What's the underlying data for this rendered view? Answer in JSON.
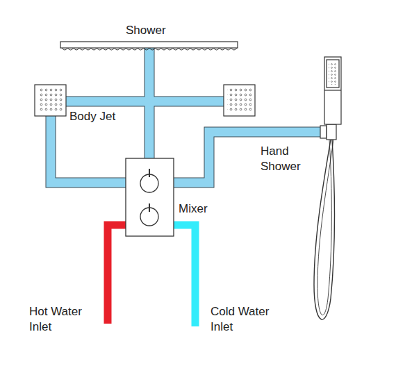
{
  "diagram": {
    "labels": [
      "Shower",
      "Body Jet",
      "Hand Shower",
      "Mixer",
      "Hot Water Inlet",
      "Cold Water Inlet"
    ]
  }
}
